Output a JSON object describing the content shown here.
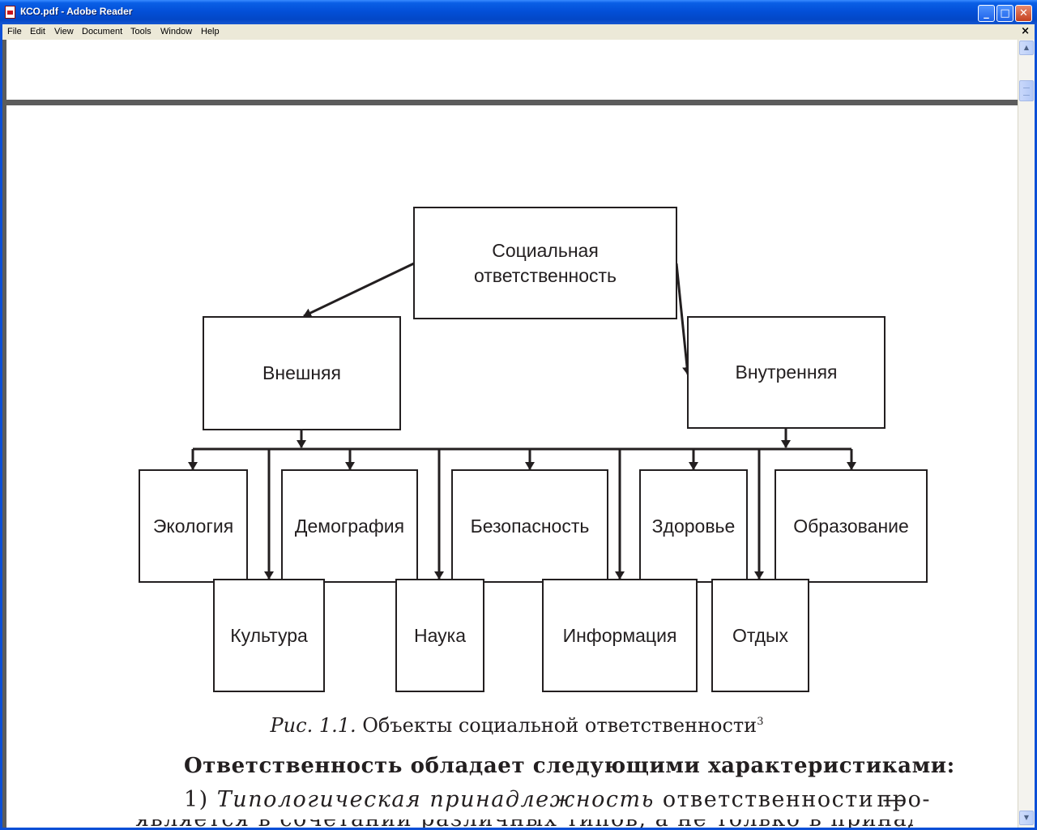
{
  "window": {
    "title": "КСО.pdf - Adobe Reader",
    "app_icon": "pdf-document-icon",
    "controls": {
      "minimize": "_",
      "maximize": "□",
      "close": "✕"
    }
  },
  "menu": {
    "items": [
      "File",
      "Edit",
      "View",
      "Document",
      "Tools",
      "Window",
      "Help"
    ],
    "doc_close": "×"
  },
  "diagram": {
    "root": {
      "line1": "Социальная",
      "line2": "ответственность"
    },
    "left": "Внешняя",
    "right": "Внутренняя",
    "upper_row": [
      "Экология",
      "Демография",
      "Безопасность",
      "Здоровье",
      "Образование"
    ],
    "lower_row": [
      "Культура",
      "Наука",
      "Информация",
      "Отдых"
    ],
    "caption_prefix": "Рис. 1.1.",
    "caption_text": " Объекты социальной ответственности",
    "caption_note": "3"
  },
  "body_text": {
    "heading": "Ответственность обладает следующими характеристиками:",
    "item1_number": "1) ",
    "item1_italic": "Типологическая принадлежность",
    "item1_rest": " ответственности —",
    "item1_end": "про-",
    "cut_line": "является в сочетании различных типов, а не только в принадлежно"
  },
  "colors": {
    "titlebar": "#0350d8",
    "menubar": "#ece9d8",
    "page_gap": "#5c5c5c",
    "ink": "#231f20"
  }
}
